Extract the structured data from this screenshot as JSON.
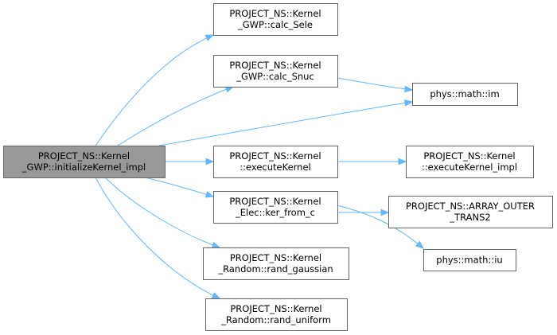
{
  "graph": {
    "nodes": [
      {
        "id": "root",
        "lines": [
          "PROJECT_NS::Kernel",
          "_GWP::initializeKernel_impl"
        ],
        "root": true
      },
      {
        "id": "calc_sele",
        "lines": [
          "PROJECT_NS::Kernel",
          "_GWP::calc_Sele"
        ]
      },
      {
        "id": "calc_snuc",
        "lines": [
          "PROJECT_NS::Kernel",
          "_GWP::calc_Snuc"
        ]
      },
      {
        "id": "im",
        "lines": [
          "phys::math::im"
        ]
      },
      {
        "id": "executekernel",
        "lines": [
          "PROJECT_NS::Kernel",
          "::executeKernel"
        ]
      },
      {
        "id": "executekernel_impl",
        "lines": [
          "PROJECT_NS::Kernel",
          "::executeKernel_impl"
        ]
      },
      {
        "id": "ker_from_c",
        "lines": [
          "PROJECT_NS::Kernel",
          "_Elec::ker_from_c"
        ]
      },
      {
        "id": "array_outer",
        "lines": [
          "PROJECT_NS::ARRAY_OUTER",
          "_TRANS2"
        ]
      },
      {
        "id": "iu",
        "lines": [
          "phys::math::iu"
        ]
      },
      {
        "id": "rand_gaussian",
        "lines": [
          "PROJECT_NS::Kernel",
          "_Random::rand_gaussian"
        ]
      },
      {
        "id": "rand_uniform",
        "lines": [
          "PROJECT_NS::Kernel",
          "_Random::rand_uniform"
        ]
      }
    ],
    "edges": [
      {
        "from": "root",
        "to": "calc_sele"
      },
      {
        "from": "root",
        "to": "calc_snuc"
      },
      {
        "from": "root",
        "to": "im"
      },
      {
        "from": "root",
        "to": "executekernel"
      },
      {
        "from": "root",
        "to": "ker_from_c"
      },
      {
        "from": "root",
        "to": "rand_gaussian"
      },
      {
        "from": "root",
        "to": "rand_uniform"
      },
      {
        "from": "calc_snuc",
        "to": "im"
      },
      {
        "from": "executekernel",
        "to": "executekernel_impl"
      },
      {
        "from": "ker_from_c",
        "to": "array_outer"
      },
      {
        "from": "ker_from_c",
        "to": "iu"
      }
    ],
    "colors": {
      "edge": "#63b8ff",
      "root_fill": "#999999",
      "node_fill": "#ffffff",
      "node_border": "#666666"
    }
  }
}
